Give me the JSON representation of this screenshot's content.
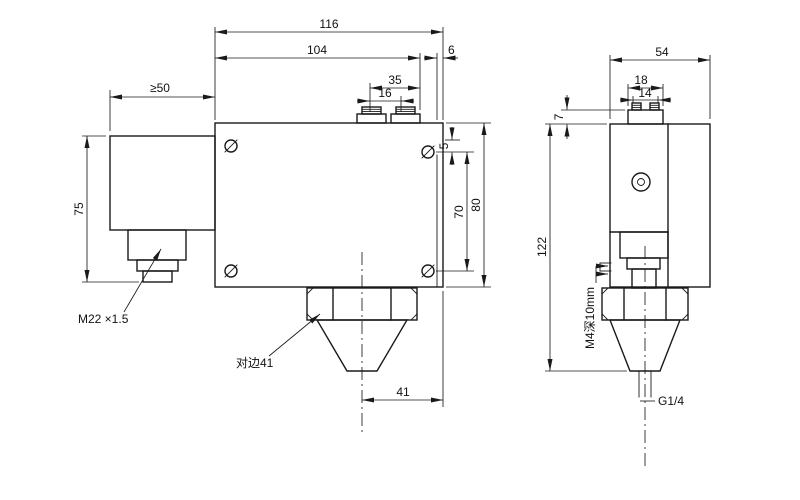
{
  "colors": {
    "background": "#ffffff",
    "line": "#1a1a1a"
  },
  "front_view": {
    "dim_total_width": "116",
    "dim_body_width": "104",
    "dim_terminal_width": "35",
    "dim_terminal_inner_width": "16",
    "dim_right_offset": "6",
    "dim_cable_box_width": "≥50",
    "dim_left_assembly_height": "75",
    "dim_hole_top_offset": "5",
    "dim_hole_spacing": "70",
    "dim_body_height": "80",
    "dim_port_to_edge": "41",
    "label_cable_thread": "M22 ×1.5",
    "label_hex_flats": "对边41"
  },
  "side_view": {
    "dim_total_depth": "54",
    "dim_terminal_depth": "18",
    "dim_screw_spacing": "14",
    "dim_terminal_height": "7",
    "dim_total_height": "122",
    "label_mounting_holes": "M4深10mm",
    "label_pressure_port": "G1/4"
  }
}
